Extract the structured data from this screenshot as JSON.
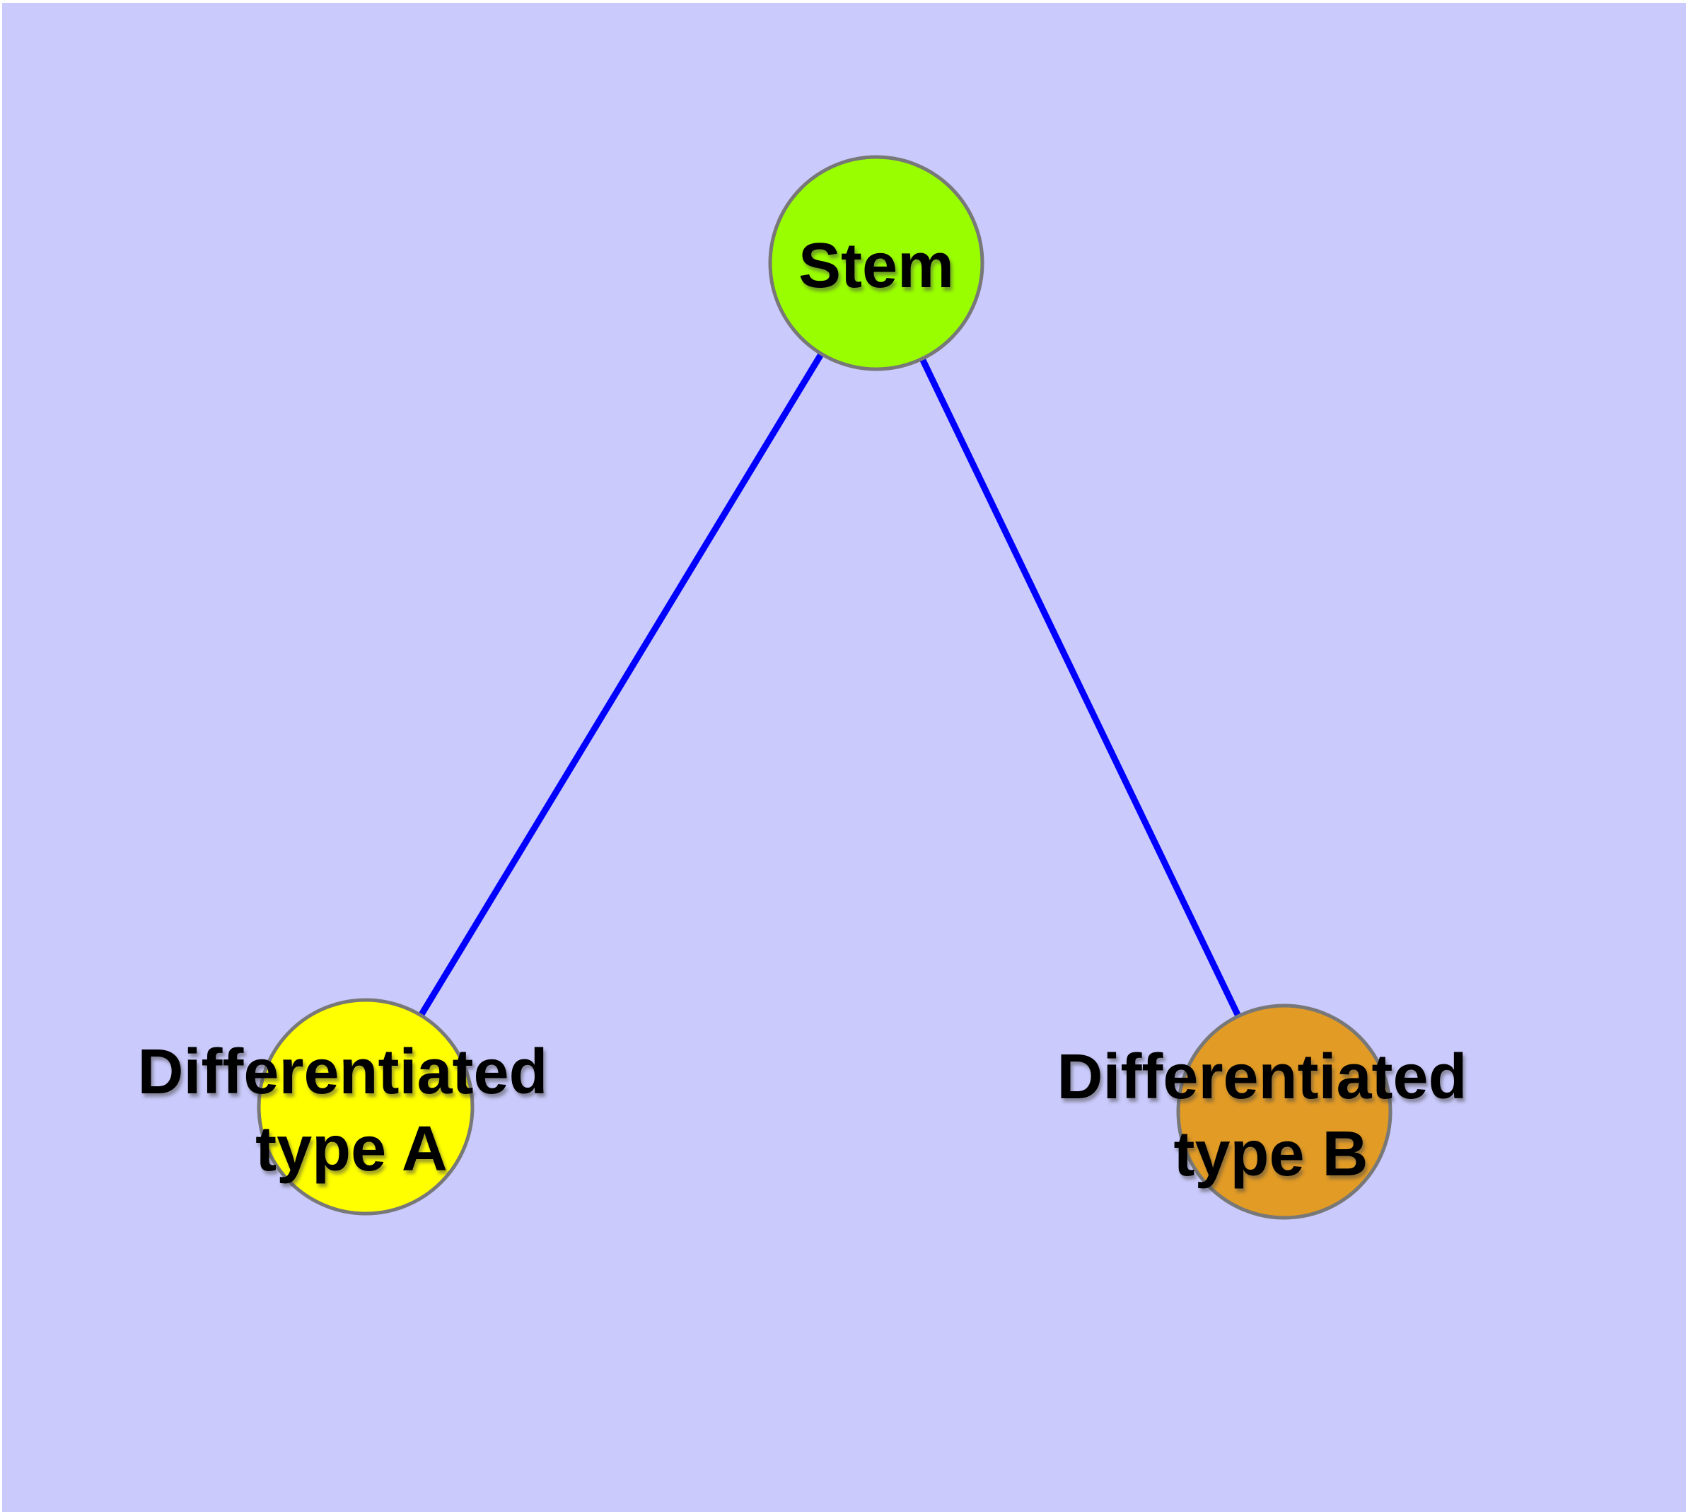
{
  "canvas": {
    "background": "#CACAFC",
    "margin_color": "#FFFFFF"
  },
  "graph": {
    "label_color": "#000000",
    "nodes": [
      {
        "id": "stem",
        "label": "Stem",
        "lines": [
          "Stem"
        ],
        "fill": "#99FE00",
        "border": "#787878"
      },
      {
        "id": "differentiated-type-a",
        "label": "Differentiated type A",
        "lines": [
          "Differentiated",
          "type A"
        ],
        "fill": "#FFFF00",
        "border": "#787878"
      },
      {
        "id": "differentiated-type-b",
        "label": "Differentiated type B",
        "lines": [
          "Differentiated",
          "type B"
        ],
        "fill": "#E29B25",
        "border": "#787878"
      }
    ],
    "edges": [
      {
        "from": "stem",
        "to": "differentiated-type-a",
        "color": "#0000FF"
      },
      {
        "from": "stem",
        "to": "differentiated-type-b",
        "color": "#0000FF"
      }
    ]
  }
}
